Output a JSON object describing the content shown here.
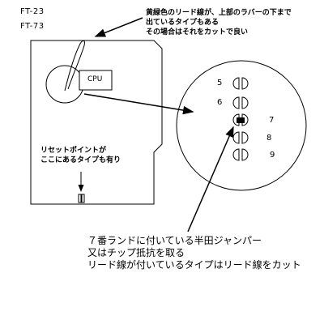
{
  "models": [
    "FT-23",
    "FT-73"
  ],
  "notes": {
    "lead_wire_lines": [
      "黄緑色のリード線が、上部のラバーの下まで",
      "出ているタイプもある",
      "その場合はそれをカットで良い"
    ],
    "reset_point_lines": [
      "リセットポイントが",
      "ここにあるタイプも有り"
    ],
    "jumper_lines": [
      "７番ランドに付いている半田ジャンパー",
      "又はチップ抵抗を取る",
      "リード線が付いているタイプはリード線をカット"
    ]
  },
  "board": {
    "cpu_label": "CPU"
  },
  "lands": [
    {
      "number": "5"
    },
    {
      "number": "6"
    },
    {
      "number": "7"
    },
    {
      "number": "8"
    },
    {
      "number": "9"
    }
  ],
  "colors": {
    "line": "#000000",
    "background": "#ffffff"
  }
}
